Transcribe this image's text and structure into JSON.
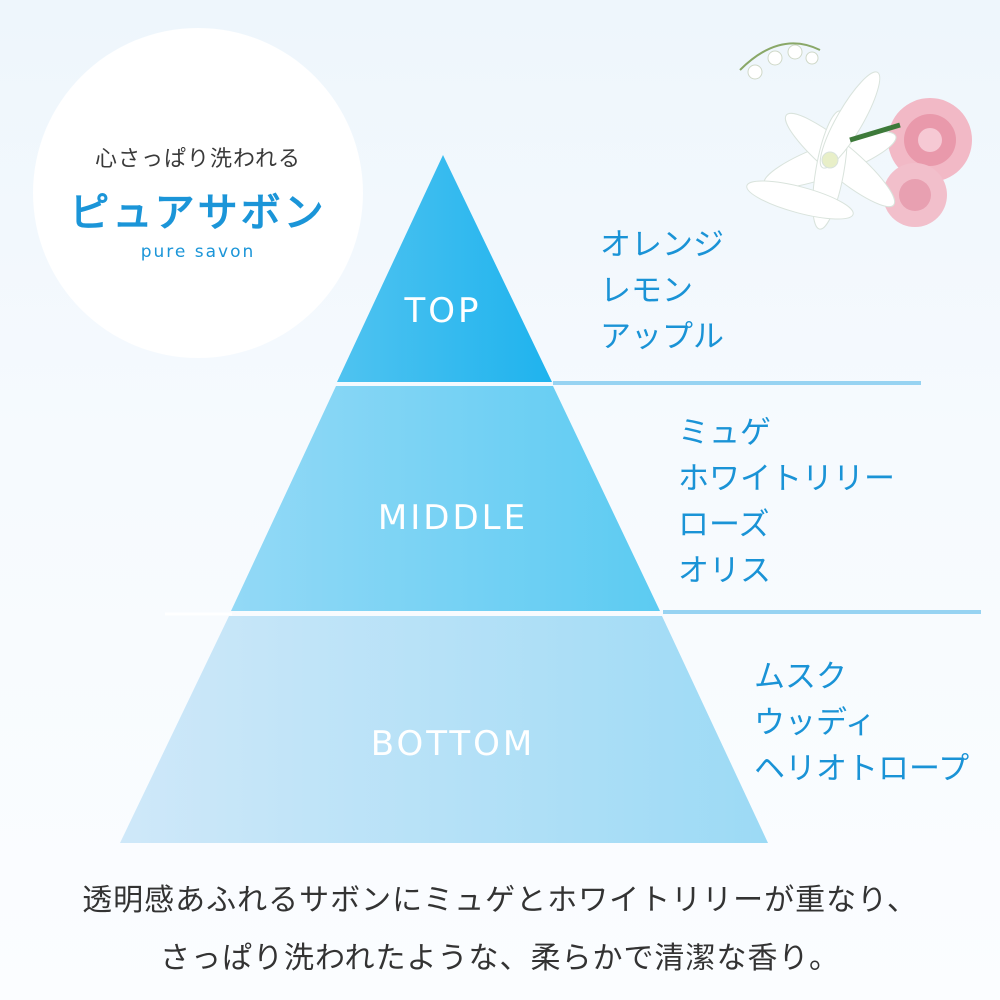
{
  "badge": {
    "subtitle": "心さっぱり洗われる",
    "title": "ピュアサボン",
    "english": "pure savon"
  },
  "pyramid": [
    {
      "label": "TOP",
      "notes": [
        "オレンジ",
        "レモン",
        "アップル"
      ]
    },
    {
      "label": "MIDDLE",
      "notes": [
        "ミュゲ",
        "ホワイトリリー",
        "ローズ",
        "オリス"
      ]
    },
    {
      "label": "BOTTOM",
      "notes": [
        "ムスク",
        "ウッディ",
        "ヘリオトロープ"
      ]
    }
  ],
  "caption": [
    "透明感あふれるサボンにミュゲとホワイトリリーが重なり、",
    "さっぱり洗われたような、柔らかで清潔な香り。"
  ],
  "colors": {
    "accent": "#1a93d6",
    "top": "#29b6ee",
    "middle": "#6dcdf1",
    "bottom": "#b8e0f6"
  }
}
